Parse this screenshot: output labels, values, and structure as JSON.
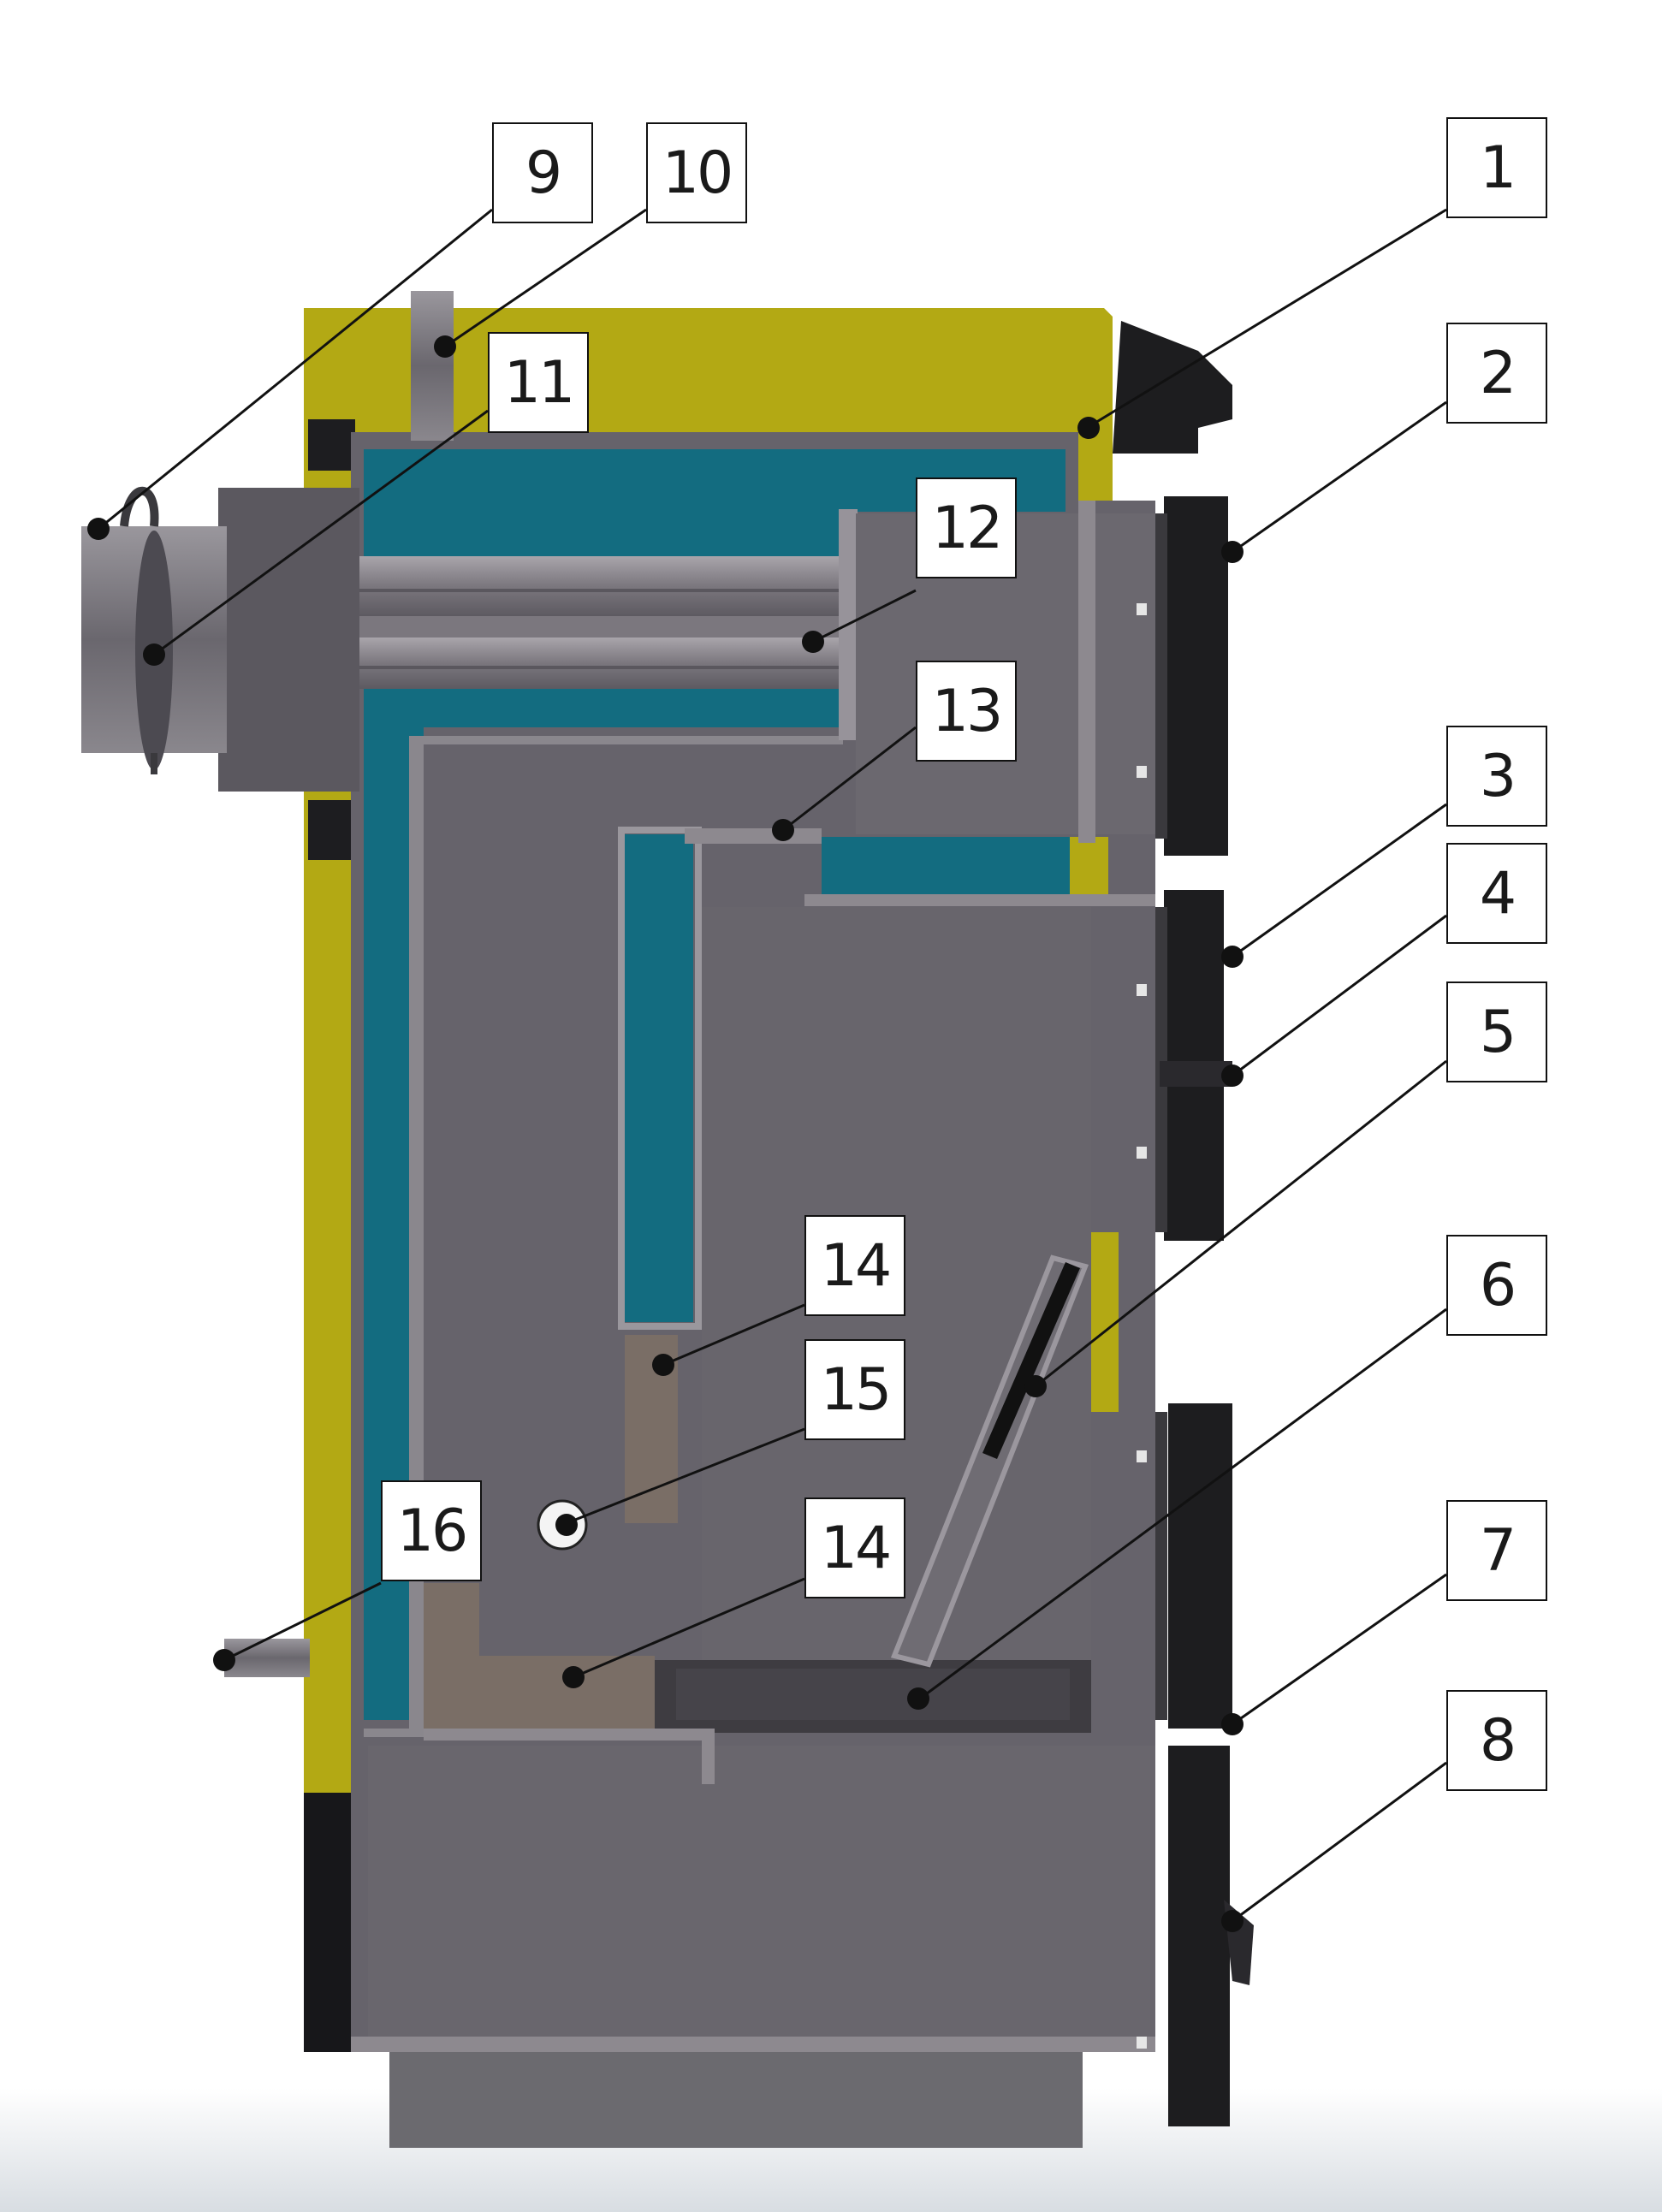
{
  "colors": {
    "jacket": "#b3a914",
    "insulation": "#136c80",
    "steel": "#6f6c73",
    "steel_light": "#8f8b92",
    "steel_dark": "#4d4b52",
    "chamber": "#66636b",
    "door": "#1d1d1f",
    "baffle": "#7a6e66"
  },
  "callouts": [
    {
      "label": "1"
    },
    {
      "label": "2"
    },
    {
      "label": "3"
    },
    {
      "label": "4"
    },
    {
      "label": "5"
    },
    {
      "label": "6"
    },
    {
      "label": "7"
    },
    {
      "label": "8"
    },
    {
      "label": "9"
    },
    {
      "label": "10"
    },
    {
      "label": "11"
    },
    {
      "label": "12"
    },
    {
      "label": "13"
    },
    {
      "label": "14"
    },
    {
      "label": "15"
    },
    {
      "label": "14"
    },
    {
      "label": "16"
    }
  ]
}
